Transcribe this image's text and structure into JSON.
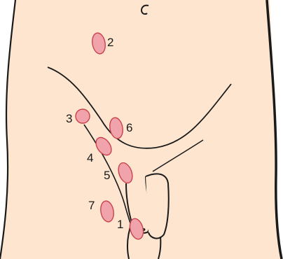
{
  "colors": {
    "skin": "#fde5cf",
    "outline": "#1a1a1a",
    "marker_fill": "#f0a3ab",
    "marker_stroke": "#c9424c"
  },
  "markers": [
    {
      "id": "1",
      "label": "1"
    },
    {
      "id": "2",
      "label": "2"
    },
    {
      "id": "3",
      "label": "3"
    },
    {
      "id": "4",
      "label": "4"
    },
    {
      "id": "5",
      "label": "5"
    },
    {
      "id": "6",
      "label": "6"
    },
    {
      "id": "7",
      "label": "7"
    }
  ]
}
